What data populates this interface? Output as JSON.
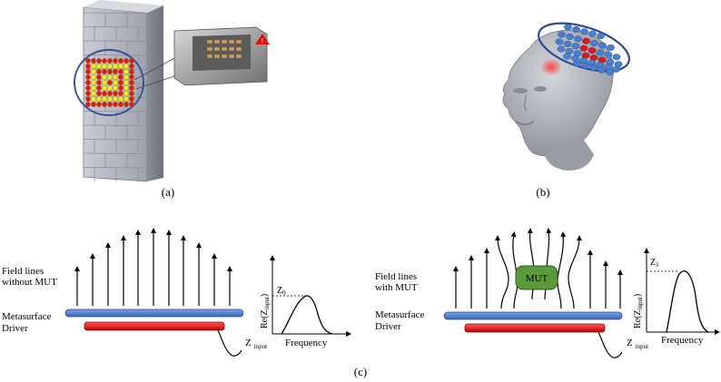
{
  "panel_a": {
    "caption": "(a)"
  },
  "panel_b": {
    "caption": "(b)"
  },
  "panel_c": {
    "caption": "(c)",
    "left": {
      "field_label_line1": "Field lines",
      "field_label_line2": "without MUT",
      "metasurface_label": "Metasurface",
      "driver_label": "Driver",
      "z_input_main": "Z",
      "z_input_sub": "input",
      "plot_ylabel": "Re(Z",
      "plot_ylabel_sub": "input",
      "plot_ylabel_close": ")",
      "plot_xlabel": "Frequency",
      "peak_label": "Z",
      "peak_sub": "0"
    },
    "right": {
      "field_label_line1": "Field lines",
      "field_label_line2": "with MUT",
      "metasurface_label": "Metasurface",
      "driver_label": "Driver",
      "mut_label": "MUT",
      "z_input_main": "Z",
      "z_input_sub": "input",
      "plot_ylabel": "Re(Z",
      "plot_ylabel_sub": "input",
      "plot_ylabel_close": ")",
      "plot_xlabel": "Frequency",
      "peak_label": "Z",
      "peak_sub": "1"
    }
  },
  "colors": {
    "metasurface": "#4a78c8",
    "driver": "#e01010",
    "mut": "#5a9a3a",
    "wall": "#b8bcc6",
    "head": "#b0b2b8",
    "array_blue": "#4a7fd0",
    "array_red": "#e01818",
    "array_yellow": "#f0ee20"
  }
}
